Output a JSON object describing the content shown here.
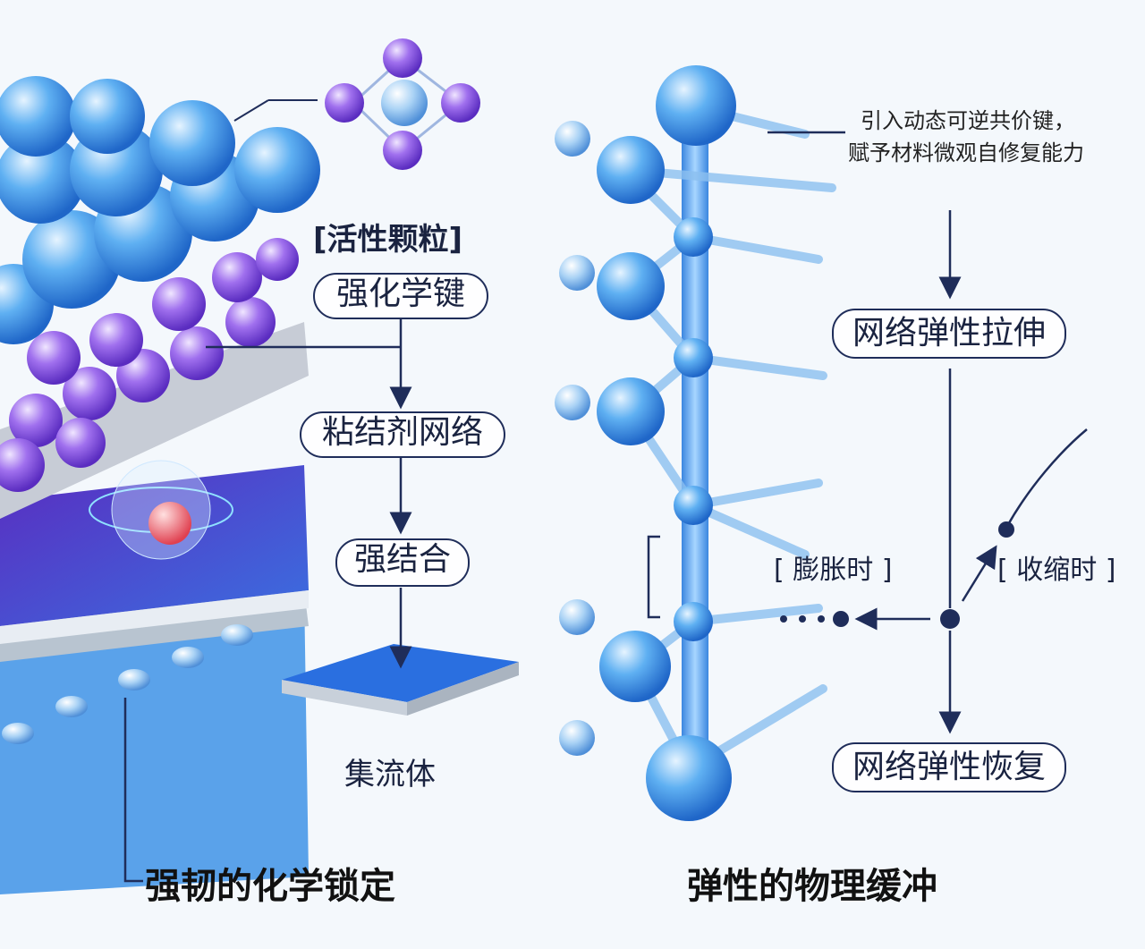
{
  "left": {
    "active_particles": "[活性颗粒]",
    "strengthen_bond": "强化学键",
    "binder_network": "粘结剂网络",
    "strong_bonding": "强结合",
    "current_collector": "集流体",
    "title": "强韧的化学锁定"
  },
  "right": {
    "note_line1": "引入动态可逆共价键，",
    "note_line2": "赋予材料微观自修复能力",
    "stretch": "网络弹性拉伸",
    "expand": "[ 膨胀时 ]",
    "contract": "[ 收缩时 ]",
    "recover": "网络弹性恢复",
    "title": "弹性的物理缓冲"
  },
  "colors": {
    "blue": "#3a8ee6",
    "purple": "#8a4fe0",
    "ink": "#1f2d5a"
  }
}
